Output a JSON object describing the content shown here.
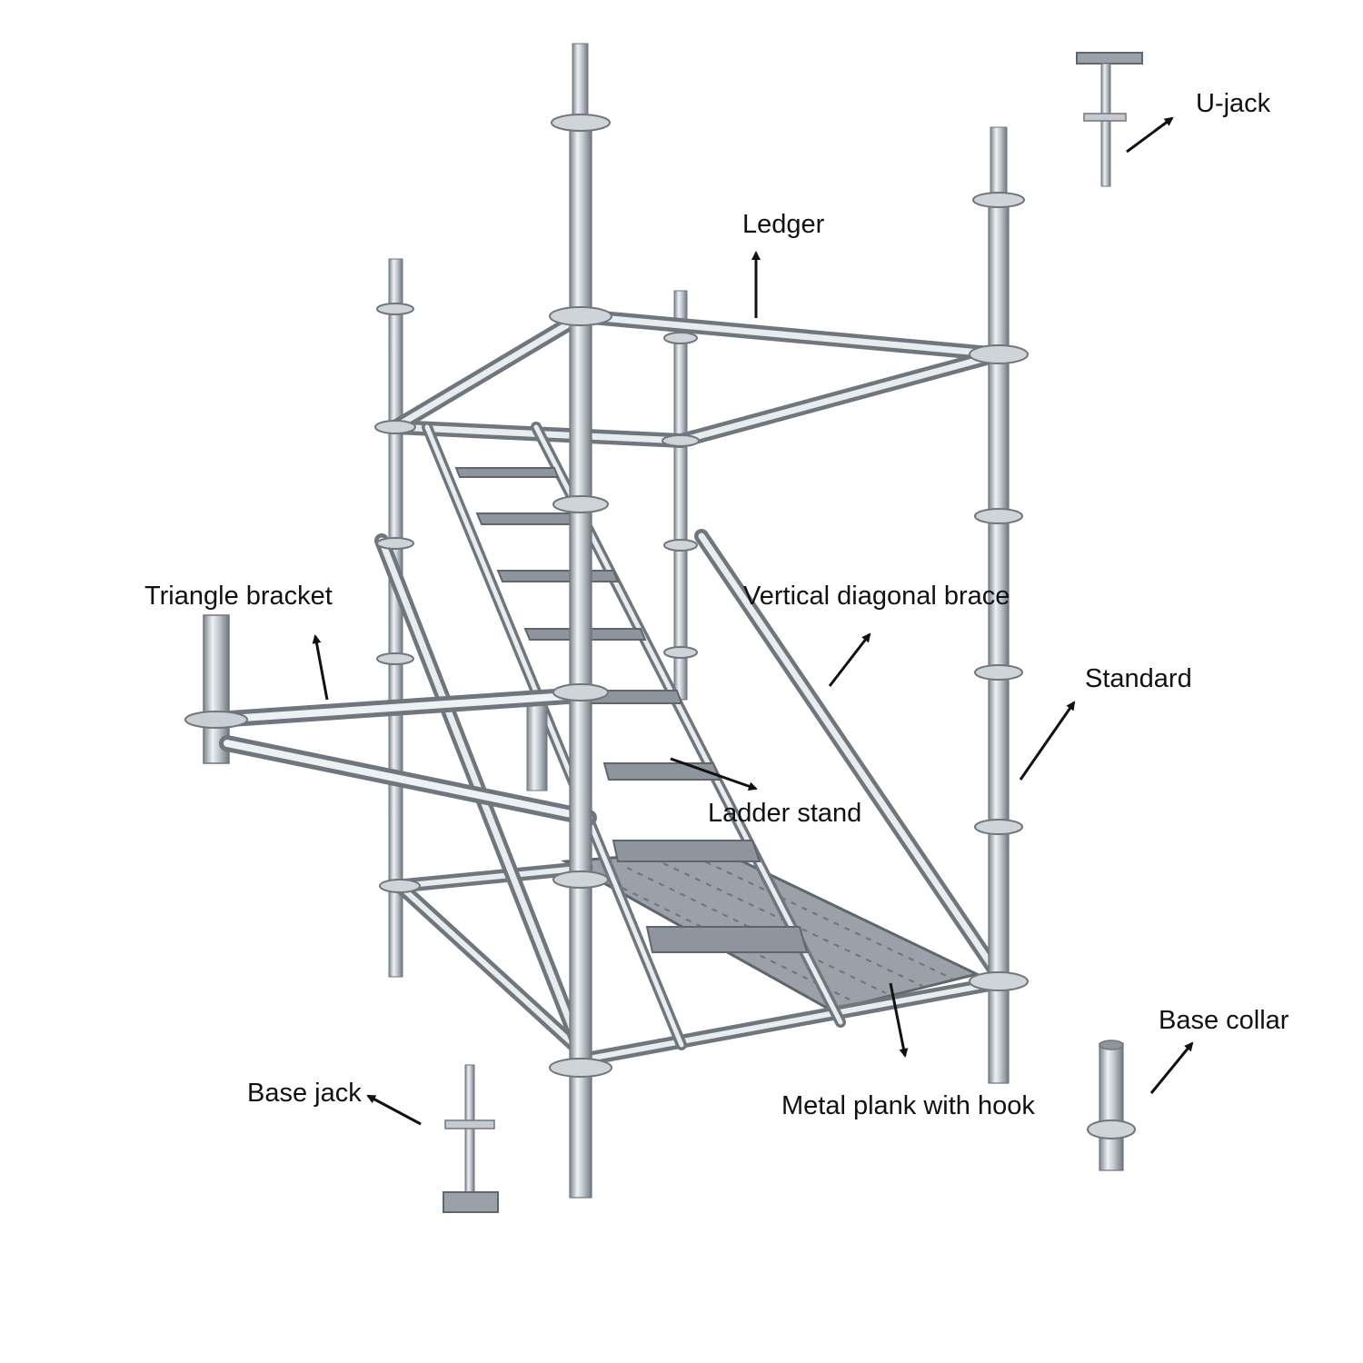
{
  "colors": {
    "background": "#ffffff",
    "label_text": "#111111",
    "arrow": "#111111",
    "steel_light": "#e4e8ec",
    "steel_mid": "#b8bec5",
    "steel_dark": "#7d848c",
    "plank": "#9aa1a8"
  },
  "labels": {
    "u_jack": "U-jack",
    "ledger": "Ledger",
    "triangle_bracket": "Triangle bracket",
    "vertical_diagonal_brace": "Vertical diagonal brace",
    "standard": "Standard",
    "ladder_stand": "Ladder stand",
    "base_collar": "Base collar",
    "base_jack": "Base jack",
    "metal_plank": "Metal plank with hook"
  }
}
